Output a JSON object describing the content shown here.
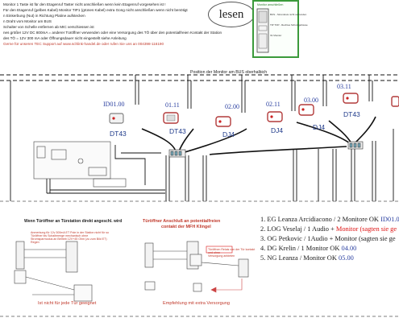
{
  "header_notes": [
    {
      "text": "Monitor 1 Taste ist für den Etagenruf Taster nicht anschließen wenn kein Etagenruf vorgesehen ist !",
      "color": "dark"
    },
    {
      "text": "Für den Etagenruf (gelbes Kabel) Monitor TIP1 (grünes Kabel) extra Gong nicht anschließen wenn nicht benötigt",
      "color": "dark"
    },
    {
      "text": "n Einkerbung (Nut) in Richtung Platine aufstecken",
      "color": "dark"
    },
    {
      "text": "n Draht vom Monitor am BUS",
      "color": "dark"
    },
    {
      "text": "Schalter von Schelle entfernen ab MIC verschiessen ist",
      "color": "dark"
    },
    {
      "text": "nes größer 12V DC 800mA = anderer Türöffner verwenden oder eine Versorgung des TÖ über den potentialfreien Kontakt der   Station",
      "color": "dark"
    },
    {
      "text": "des TÖ = 12V 300 mA oder Öffnungsdauer nicht eingestellt siehe Anleitung",
      "color": "dark"
    },
    {
      "text": "Gerne für unseren TEC Support auf www.schlink-handel.de oder rufen Sie uns an 004398-116190",
      "color": "red"
    }
  ],
  "lesen_label": "lesen",
  "green_box_lines": [
    "Monitor anschließen",
    "BUS - Stromkreis nicht verbunden",
    "TIP TOP - Rechtes Schutzgehäuse",
    "Ihr Monitor"
  ],
  "position_title": "Position der Monitor am BUS oberhalbich",
  "monitors": [
    {
      "id": "ID01.00",
      "device": "DT43"
    },
    {
      "id": "01.11",
      "device": "DT43"
    },
    {
      "id": "02.00",
      "device": "DJ4"
    },
    {
      "id": "02.11",
      "device": "DJ4"
    },
    {
      "id": "03.00",
      "device": "DJ4"
    },
    {
      "id": "03.11",
      "device": "DT43"
    }
  ],
  "bottom_left": {
    "title": "Wenn Türöffner an Türstation direkt angeschl. wird",
    "caption": "Ist nicht für jede Tür geeignet",
    "note_lines": [
      "Anmerkung für 12v 300mA ET Pole in der Station nicht für so",
      "Türöffner bis Schaltmenge mechanisch ohne",
      "Stromsparmodus an Betrieb 12V+45 Ohm (zu zum Bild ET)",
      "Regen"
    ]
  },
  "bottom_middle": {
    "title_line1": "Türöffner Anschluß an potentialfreien",
    "title_line2": "contakt der MFH Klingel",
    "caption": "Empfehlung mit extra Versorgung",
    "note_lines": [
      "Türöffnen Relais von der Tür kontakt",
      "und ohne",
      "Versorgung anbieten"
    ]
  },
  "legend": {
    "items": [
      {
        "main": "1. EG Leanza Arcidiacono / 2 Monitore OK  ",
        "extra": "ID01.0",
        "extra_color": "blue"
      },
      {
        "main": "2. LOG Veselaj / 1 Audio + ",
        "extra": "Monitor (sagten sie ge",
        "extra_color": "red"
      },
      {
        "main": "3. OG Petkovic / 1Audio + Monitor (sagten sie ge",
        "extra": "",
        "extra_color": "red"
      },
      {
        "main": "4. DG Krelin / 1 Monitor OK  ",
        "extra": "04.00",
        "extra_color": "blue"
      },
      {
        "main": "5. NG Leanza / Monitor OK  ",
        "extra": "05.00",
        "extra_color": "blue"
      }
    ]
  },
  "colors": {
    "red": "#c0392b",
    "blue": "#1f3f9c",
    "green": "#3a9a3a",
    "wire": "#111111"
  }
}
